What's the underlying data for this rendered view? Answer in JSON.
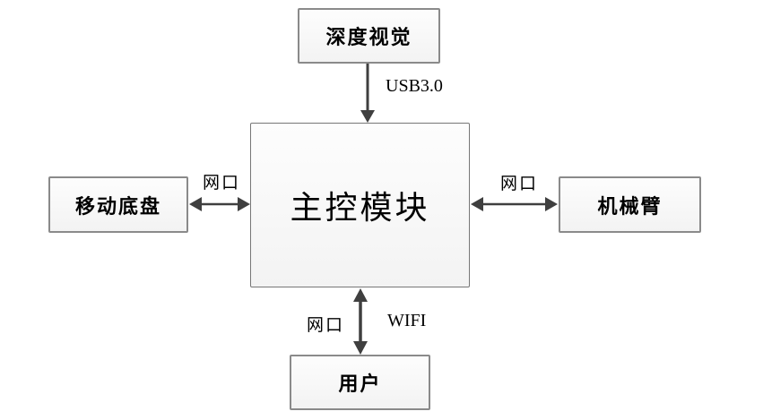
{
  "diagram": {
    "title": "robot-system-architecture",
    "nodes": {
      "depth_vision": {
        "label": "深度视觉"
      },
      "main_control": {
        "label": "主控模块"
      },
      "mobile_chassis": {
        "label": "移动底盘"
      },
      "robot_arm": {
        "label": "机械臂"
      },
      "user": {
        "label": "用户"
      }
    },
    "edges": {
      "usb": {
        "label": "USB3.0",
        "from": "depth_vision",
        "to": "main_control",
        "direction": "one-way-down"
      },
      "port_left": {
        "label": "网口",
        "from": "mobile_chassis",
        "to": "main_control",
        "direction": "two-way"
      },
      "port_right": {
        "label": "网口",
        "from": "main_control",
        "to": "robot_arm",
        "direction": "two-way"
      },
      "port_bottom": {
        "label": "网口",
        "from": "main_control",
        "to": "user",
        "direction": "two-way"
      },
      "wifi": {
        "label": "WIFI",
        "from": "main_control",
        "to": "user",
        "direction": "two-way"
      }
    },
    "colors": {
      "background": "#ffffff",
      "box_border": "#8a8a8a",
      "box_fill": "#f7f7f7",
      "arrow": "#3f3f3f",
      "text": "#000000"
    }
  }
}
